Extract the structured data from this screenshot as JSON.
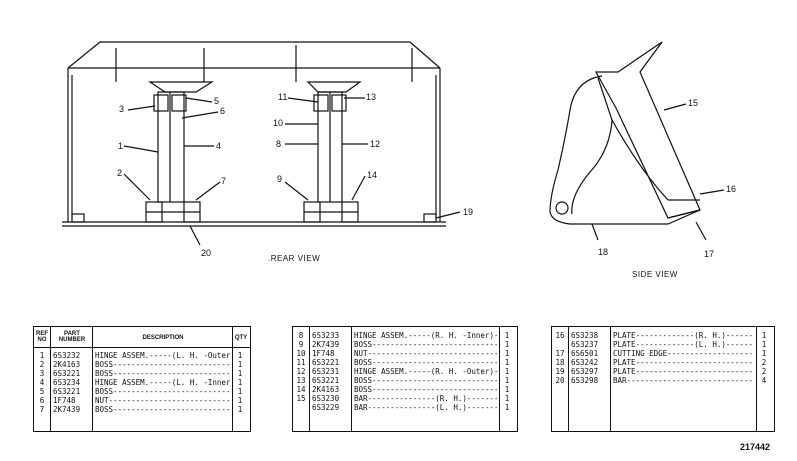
{
  "views": {
    "rear_label": ".REAR VIEW",
    "side_label": "SIDE VIEW"
  },
  "callouts": {
    "rear": [
      "3",
      "1",
      "2",
      "5",
      "6",
      "4",
      "7",
      "11",
      "10",
      "8",
      "9",
      "13",
      "12",
      "14",
      "19",
      "20"
    ],
    "side": [
      "15",
      "16",
      "18",
      "17"
    ]
  },
  "table_headers": {
    "ref_no": "REF NO",
    "part_number": "PART NUMBER",
    "description": "DESCRIPTION",
    "qty": "QTY"
  },
  "table1": [
    {
      "ref": "1",
      "part": "6S3232",
      "desc": "HINGE ASSEM.-----(L. H. -Outer)---",
      "qty": "1"
    },
    {
      "ref": "2",
      "part": "2K4163",
      "desc": "BOSS------------------------------",
      "qty": "1"
    },
    {
      "ref": "3",
      "part": "6S3221",
      "desc": "BOSS------------------------------",
      "qty": "1"
    },
    {
      "ref": "4",
      "part": "6S3234",
      "desc": "HINGE ASSEM.-----(L. H. -Inner)---",
      "qty": "1"
    },
    {
      "ref": "5",
      "part": "6S3221",
      "desc": "BOSS------------------------------",
      "qty": "1"
    },
    {
      "ref": "6",
      "part": "1F748",
      "desc": "NUT-------------------------------",
      "qty": "1"
    },
    {
      "ref": "7",
      "part": "2K7439",
      "desc": "BOSS------------------------------",
      "qty": "1"
    }
  ],
  "table2": [
    {
      "ref": "8",
      "part": "6S3233",
      "desc": "HINGE ASSEM.-----(R. H. -Inner)---",
      "qty": "1"
    },
    {
      "ref": "9",
      "part": "2K7439",
      "desc": "BOSS------------------------------",
      "qty": "1"
    },
    {
      "ref": "10",
      "part": "1F748",
      "desc": "NUT-------------------------------",
      "qty": "1"
    },
    {
      "ref": "11",
      "part": "6S3221",
      "desc": "BOSS------------------------------",
      "qty": "1"
    },
    {
      "ref": "12",
      "part": "6S3231",
      "desc": "HINGE ASSEM.-----(R. H. -Outer)---",
      "qty": "1"
    },
    {
      "ref": "13",
      "part": "6S3221",
      "desc": "BOSS------------------------------",
      "qty": "1"
    },
    {
      "ref": "14",
      "part": "2K4163",
      "desc": "BOSS------------------------------",
      "qty": "1"
    },
    {
      "ref": "15",
      "part": "6S3230",
      "desc": "BAR---------------(R. H.)---------",
      "qty": "1"
    },
    {
      "ref": "",
      "part": "6S3229",
      "desc": "BAR---------------(L. H.)---------",
      "qty": "1"
    }
  ],
  "table3": [
    {
      "ref": "16",
      "part": "6S3238",
      "desc": "PLATE-------------(R. H.)---------",
      "qty": "1"
    },
    {
      "ref": "",
      "part": "6S3237",
      "desc": "PLATE-------------(L. H.)---------",
      "qty": "1"
    },
    {
      "ref": "17",
      "part": "6S6501",
      "desc": "CUTTING EDGE----------------------",
      "qty": "1"
    },
    {
      "ref": "18",
      "part": "6S3242",
      "desc": "PLATE-----------------------------",
      "qty": "2"
    },
    {
      "ref": "19",
      "part": "6S3297",
      "desc": "PLATE-----------------------------",
      "qty": "2"
    },
    {
      "ref": "20",
      "part": "6S3298",
      "desc": "BAR-------------------------------",
      "qty": "4"
    }
  ],
  "footer": {
    "drawing_number": "217442"
  }
}
